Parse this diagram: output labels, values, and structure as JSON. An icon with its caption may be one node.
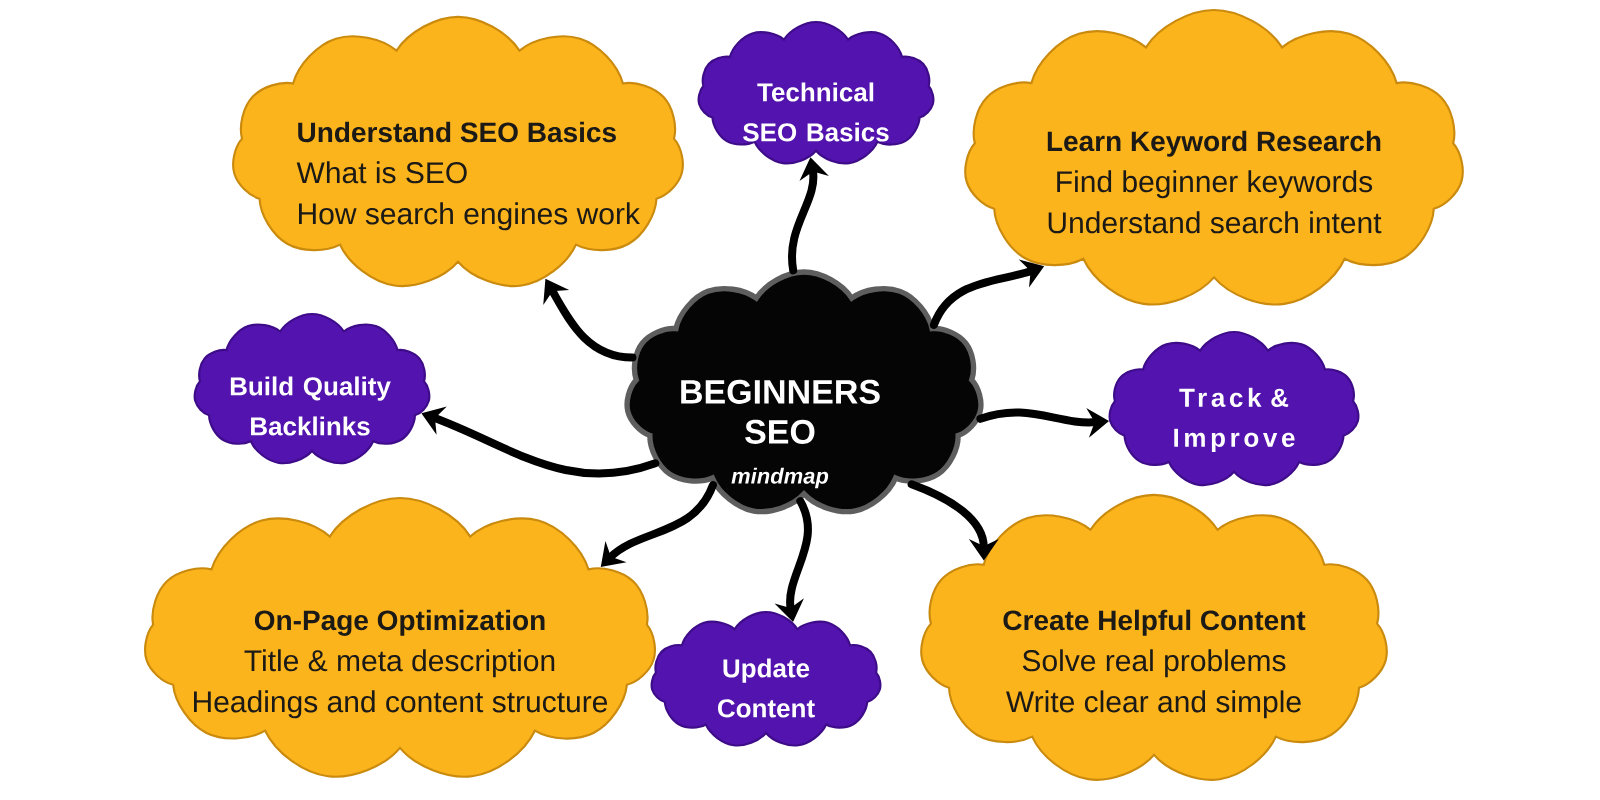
{
  "diagram": {
    "nodes": [
      {
        "text": [
          "BEGINNERS SEO",
          "mindmap"
        ]
      },
      {
        "text": [
          "Understand SEO Basics",
          "What is SEO",
          "How search engines work"
        ]
      },
      {
        "text": [
          "Technical SEO Basics"
        ]
      },
      {
        "text": [
          "Learn Keyword Research",
          "Find beginner keywords",
          "Understand search intent"
        ]
      },
      {
        "text": [
          "Build Quality Backlinks"
        ]
      },
      {
        "text": [
          "Track & Improve"
        ]
      },
      {
        "text": [
          "On-Page Optimization",
          "Title & meta description",
          "Headings and content structure"
        ]
      },
      {
        "text": [
          "Update Content"
        ]
      },
      {
        "text": [
          "Create Helpful Content",
          "Solve real problems",
          "Write clear and simple"
        ]
      }
    ],
    "edges": [
      {
        "from": 0,
        "to": 1,
        "arrow": "to"
      },
      {
        "from": 0,
        "to": 2,
        "arrow": "to"
      },
      {
        "from": 0,
        "to": 3,
        "arrow": "to"
      },
      {
        "from": 0,
        "to": 4,
        "arrow": "to"
      },
      {
        "from": 0,
        "to": 5,
        "arrow": "to"
      },
      {
        "from": 0,
        "to": 6,
        "arrow": "to"
      },
      {
        "from": 0,
        "to": 7,
        "arrow": "to"
      },
      {
        "from": 0,
        "to": 8,
        "arrow": "to"
      }
    ]
  }
}
